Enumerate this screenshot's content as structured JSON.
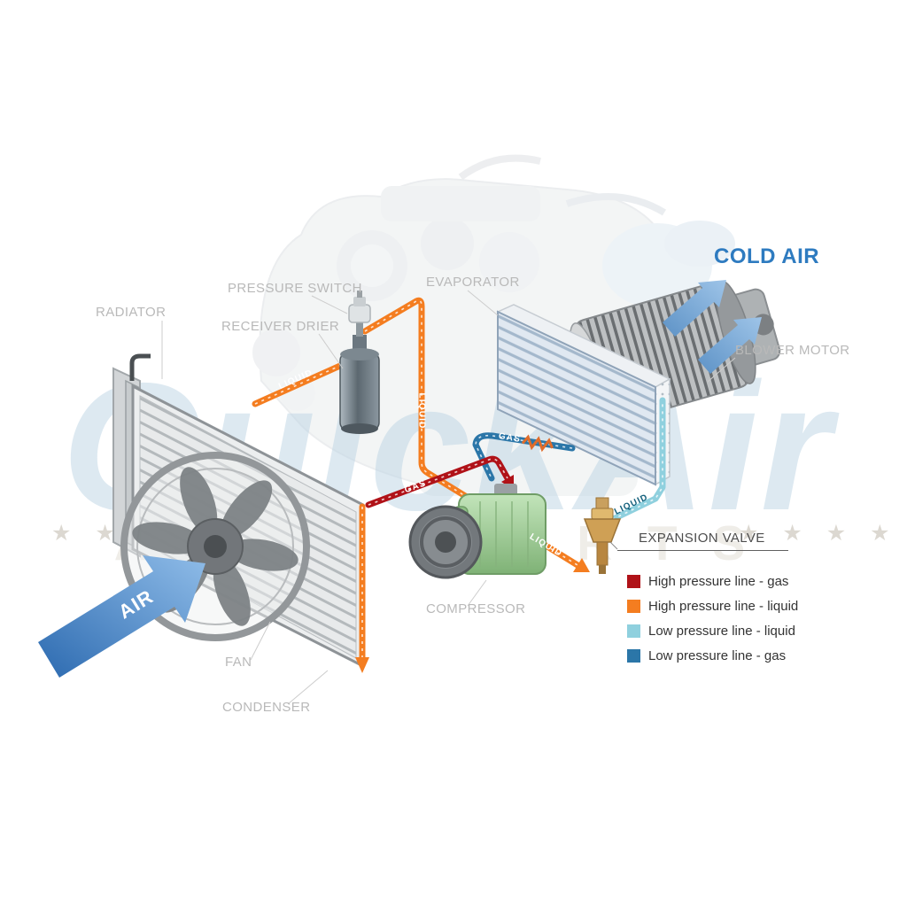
{
  "diagram": {
    "component_labels": {
      "radiator": "RADIATOR",
      "pressure_switch": "PRESSURE SWITCH",
      "receiver_drier": "RECEIVER DRIER",
      "evaporator": "EVAPORATOR",
      "blower_motor": "BLOWER MOTOR",
      "expansion_valve": "EXPANSION VALVE",
      "compressor": "COMPRESSOR",
      "fan": "FAN",
      "condenser": "CONDENSER"
    },
    "flow_labels": {
      "cold_air": "COLD AIR",
      "air": "AIR",
      "liquid": "LIQUID",
      "gas": "GAS"
    }
  },
  "legend": {
    "items": [
      {
        "label": "High pressure line - gas",
        "color": "#b01218"
      },
      {
        "label": "High pressure line - liquid",
        "color": "#f47d20"
      },
      {
        "label": "Low pressure line - liquid",
        "color": "#8fd0de"
      },
      {
        "label": "Low pressure line -  gas",
        "color": "#2b76a8"
      }
    ]
  },
  "colors": {
    "high_pressure_gas": "#b01218",
    "high_pressure_liquid": "#f47d20",
    "low_pressure_liquid": "#8fd0de",
    "low_pressure_gas": "#2b76a8",
    "cold_air_text": "#2e7bc0"
  },
  "watermark": {
    "brand": "QuickAir",
    "tagline": "AUTO PARTS",
    "stars_left": "★ ★ ★ ★",
    "stars_right": "★ ★ ★ ★"
  }
}
